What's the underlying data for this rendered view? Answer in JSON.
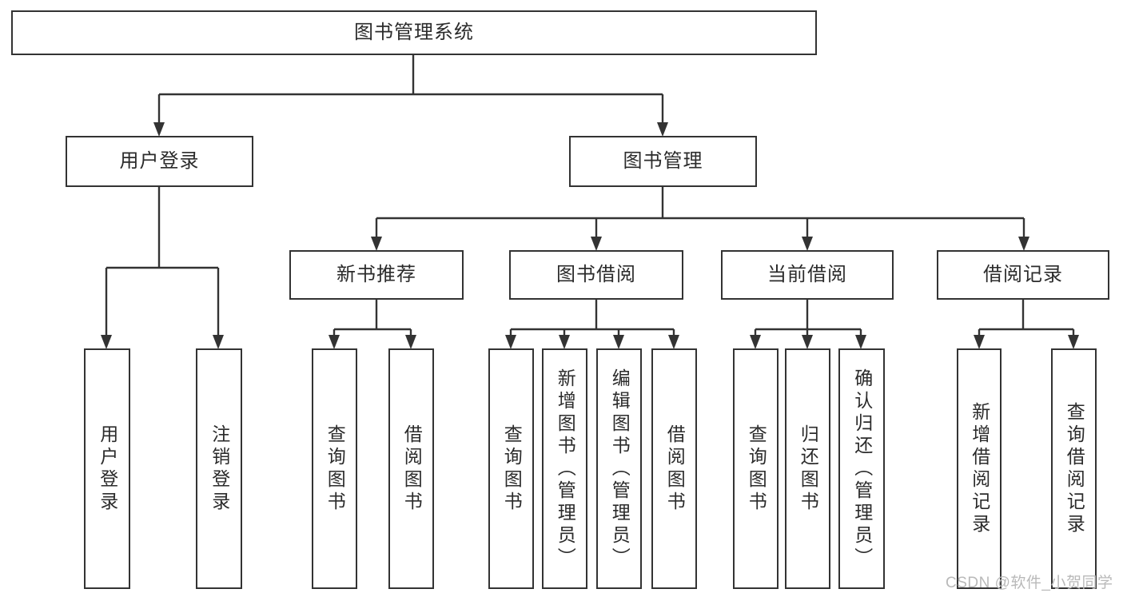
{
  "tree": {
    "root": {
      "label": "图书管理系统"
    },
    "branches": [
      {
        "label": "用户登录",
        "children": [
          {
            "label": "用户登录"
          },
          {
            "label": "注销登录"
          }
        ]
      },
      {
        "label": "图书管理",
        "children": [
          {
            "label": "新书推荐",
            "children": [
              {
                "label": "查询图书"
              },
              {
                "label": "借阅图书"
              }
            ]
          },
          {
            "label": "图书借阅",
            "children": [
              {
                "label": "查询图书"
              },
              {
                "label": "新增图书（管理员）"
              },
              {
                "label": "编辑图书（管理员）"
              },
              {
                "label": "借阅图书"
              }
            ]
          },
          {
            "label": "当前借阅",
            "children": [
              {
                "label": "查询图书"
              },
              {
                "label": "归还图书"
              },
              {
                "label": "确认归还（管理员）"
              }
            ]
          },
          {
            "label": "借阅记录",
            "children": [
              {
                "label": "新增借阅记录"
              },
              {
                "label": "查询借阅记录"
              }
            ]
          }
        ]
      }
    ]
  },
  "watermark": {
    "text": "CSDN @软件_小贺同学"
  },
  "colors": {
    "line": "#333333",
    "text": "#2b2b2b",
    "watermark": "#b9b9b9",
    "background": "#ffffff"
  }
}
